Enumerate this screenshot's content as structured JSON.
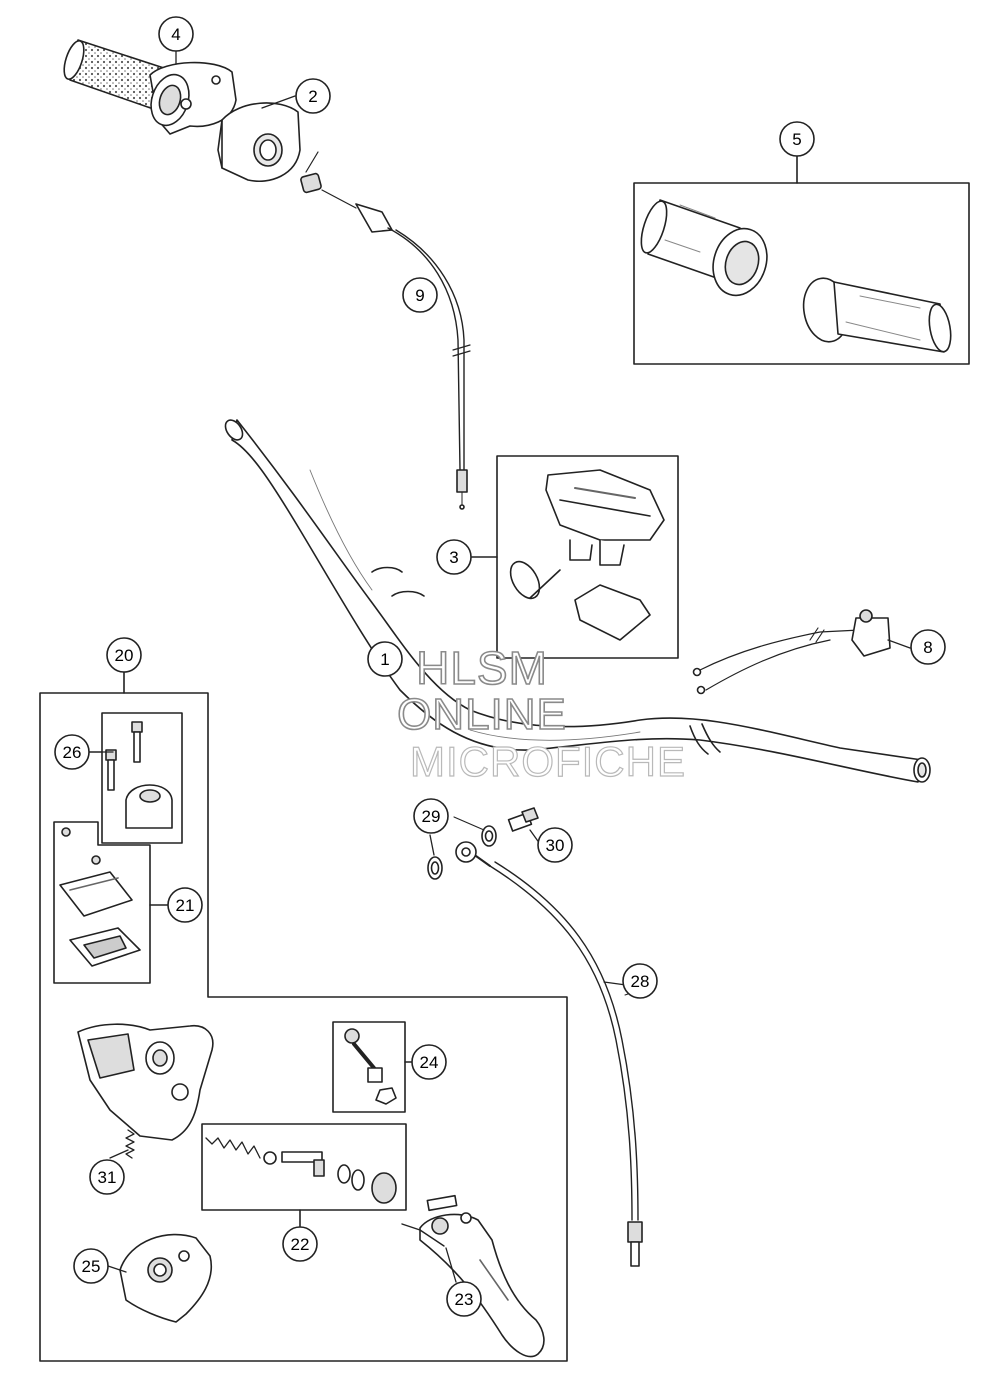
{
  "watermark": {
    "line1": "HLSM",
    "line2": "ONLINE",
    "line3": "MICROFICHE"
  },
  "callouts": [
    {
      "label": "1"
    },
    {
      "label": "2"
    },
    {
      "label": "3"
    },
    {
      "label": "4"
    },
    {
      "label": "5"
    },
    {
      "label": "8"
    },
    {
      "label": "9"
    },
    {
      "label": "20"
    },
    {
      "label": "21"
    },
    {
      "label": "22"
    },
    {
      "label": "23"
    },
    {
      "label": "24"
    },
    {
      "label": "25"
    },
    {
      "label": "26"
    },
    {
      "label": "28"
    },
    {
      "label": "29"
    },
    {
      "label": "30"
    },
    {
      "label": "31"
    }
  ],
  "colors": {
    "line": "#222222",
    "part_fill": "#ffffff",
    "part_shade": "#d9d9d9"
  }
}
